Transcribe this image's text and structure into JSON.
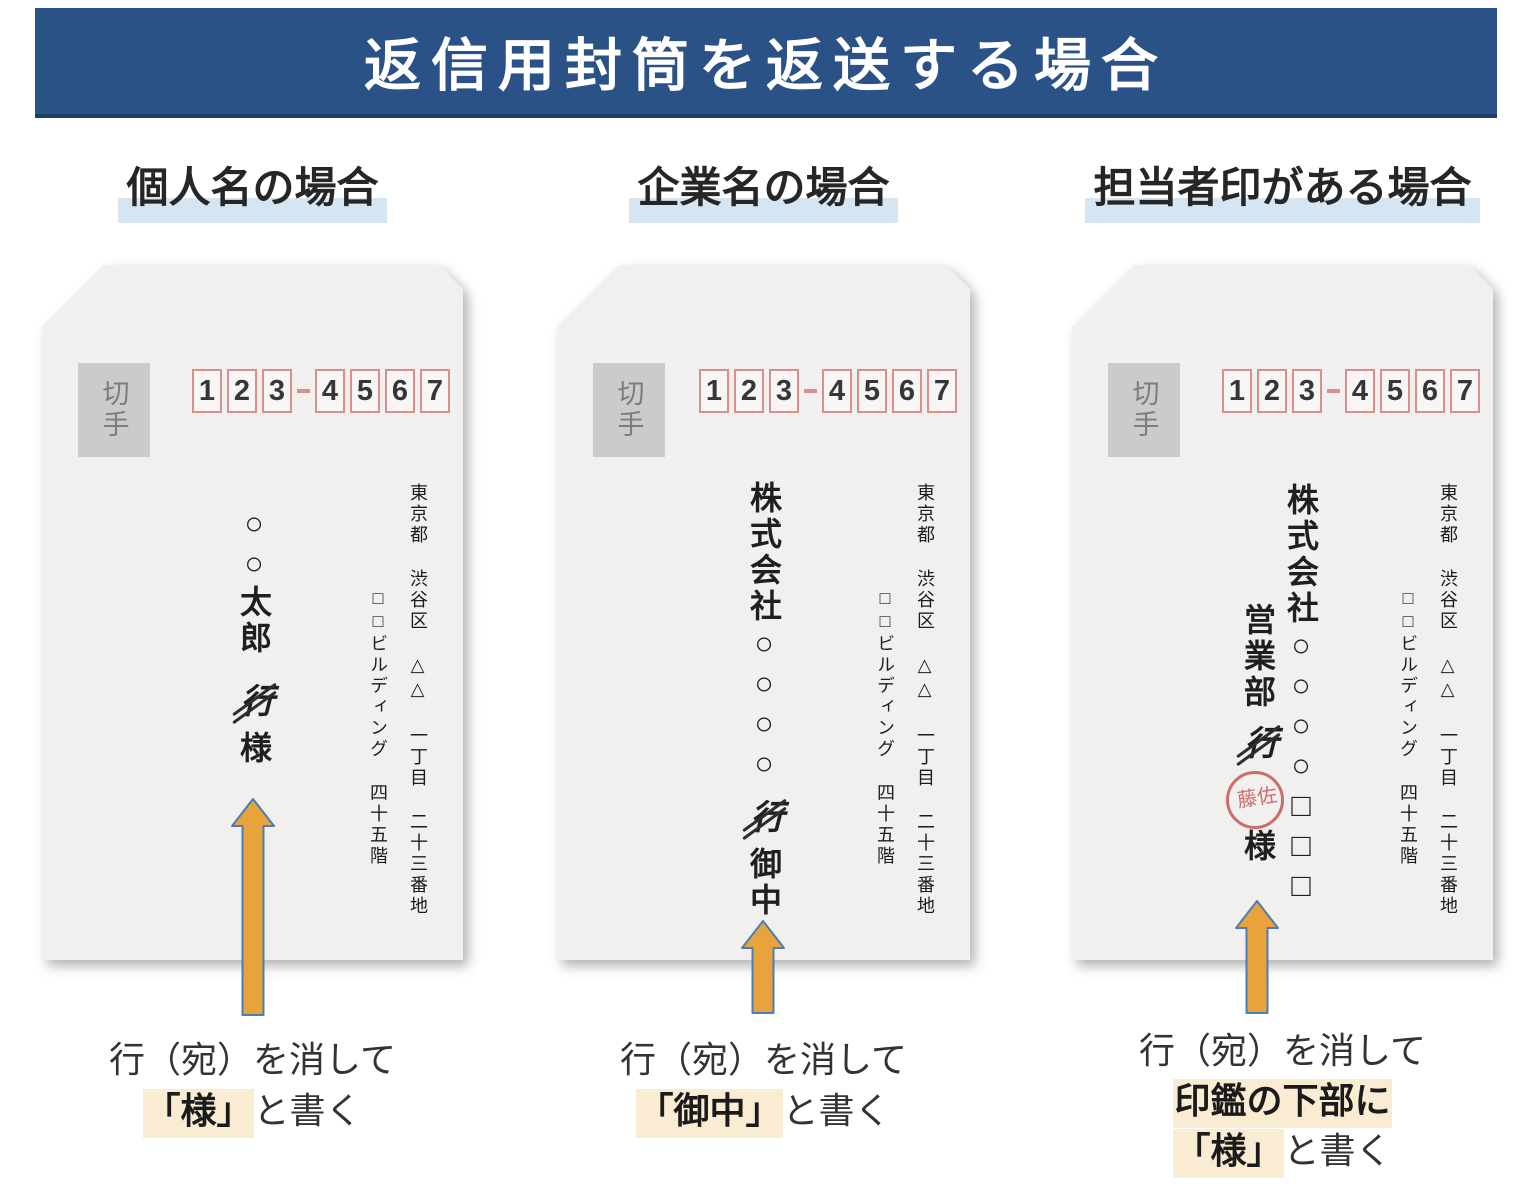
{
  "title": "返信用封筒を返送する場合",
  "colors": {
    "title_bg": "#2b5286",
    "header_highlight": "#d5e6f2",
    "caption_highlight": "#faecd2",
    "arrow_fill": "#e8a33c",
    "arrow_border": "#4a7eb5",
    "postal_frame": "#d98f8e",
    "seal_red": "#cb6d6c",
    "envelope_bg": "#f1f0ef"
  },
  "columns": [
    {
      "header": "個人名の場合",
      "envelope": {
        "stamp_label": "切手",
        "postal_digits": [
          "1",
          "2",
          "3",
          "4",
          "5",
          "6",
          "7"
        ],
        "address_line1": "東京都 渋谷区 △△ 一丁目 二十三番地",
        "address_line2": "□□ビルディング 四十五階",
        "recipient": {
          "placeholder": "○○",
          "name": "太郎",
          "crossed": "行",
          "rewrite": "様"
        }
      },
      "caption": {
        "line1": "行（宛）を消して",
        "highlight": "「様」",
        "line2_rest": "と書く"
      }
    },
    {
      "header": "企業名の場合",
      "envelope": {
        "stamp_label": "切手",
        "postal_digits": [
          "1",
          "2",
          "3",
          "4",
          "5",
          "6",
          "7"
        ],
        "address_line1": "東京都 渋谷区 △△ 一丁目 二十三番地",
        "address_line2": "□□ビルディング 四十五階",
        "recipient": {
          "name": "株式会社",
          "placeholder": "○○○○",
          "crossed": "行",
          "rewrite": "御中"
        }
      },
      "caption": {
        "line1": "行（宛）を消して",
        "highlight": "「御中」",
        "line2_rest": "と書く"
      }
    },
    {
      "header": "担当者印がある場合",
      "envelope": {
        "stamp_label": "切手",
        "postal_digits": [
          "1",
          "2",
          "3",
          "4",
          "5",
          "6",
          "7"
        ],
        "address_line1": "東京都 渋谷区 △△ 一丁目 二十三番地",
        "address_line2": "□□ビルディング 四十五階",
        "recipient": {
          "company": "株式会社",
          "company_placeholder": "○○○○",
          "boxes_placeholder": "□□□",
          "department": "営業部",
          "crossed": "行",
          "seal_text": "佐藤",
          "rewrite": "様"
        }
      },
      "caption": {
        "line1": "行（宛）を消して",
        "line2": "印鑑の下部に",
        "highlight": "「様」",
        "line3_rest": "と書く"
      }
    }
  ]
}
